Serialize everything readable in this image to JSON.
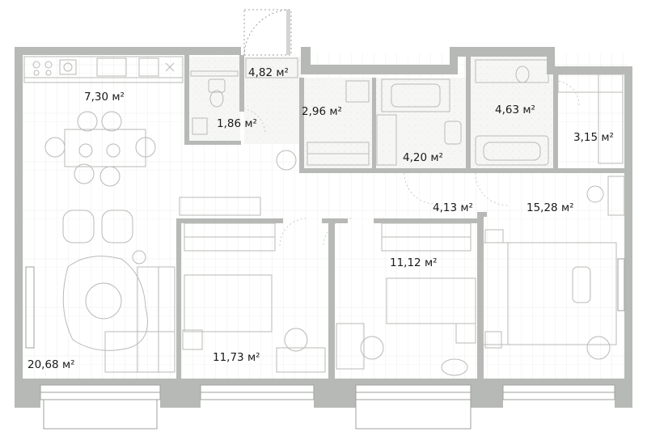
{
  "floorplan": {
    "colors": {
      "wall": "#b7b9b6",
      "floor_line": "#e6e7e5",
      "tile": "#efefed",
      "furniture": "#b9bab7",
      "text": "#1a1a1a"
    },
    "rooms": [
      {
        "id": "kitchen",
        "area": "7,30 м²"
      },
      {
        "id": "living-room",
        "area": "20,68 м²"
      },
      {
        "id": "wc",
        "area": "1,86 м²"
      },
      {
        "id": "entrance-hall",
        "area": "4,82 м²"
      },
      {
        "id": "wardrobe-small",
        "area": "2,96 м²"
      },
      {
        "id": "bathroom-middle",
        "area": "4,20 м²"
      },
      {
        "id": "bathroom-right",
        "area": "4,63 м²"
      },
      {
        "id": "wardrobe-right",
        "area": "3,15 м²"
      },
      {
        "id": "corridor",
        "area": "4,13 м²"
      },
      {
        "id": "bedroom-master",
        "area": "15,28 м²"
      },
      {
        "id": "bedroom-left",
        "area": "11,73 м²"
      },
      {
        "id": "bedroom-middle",
        "area": "11,12 м²"
      }
    ]
  }
}
